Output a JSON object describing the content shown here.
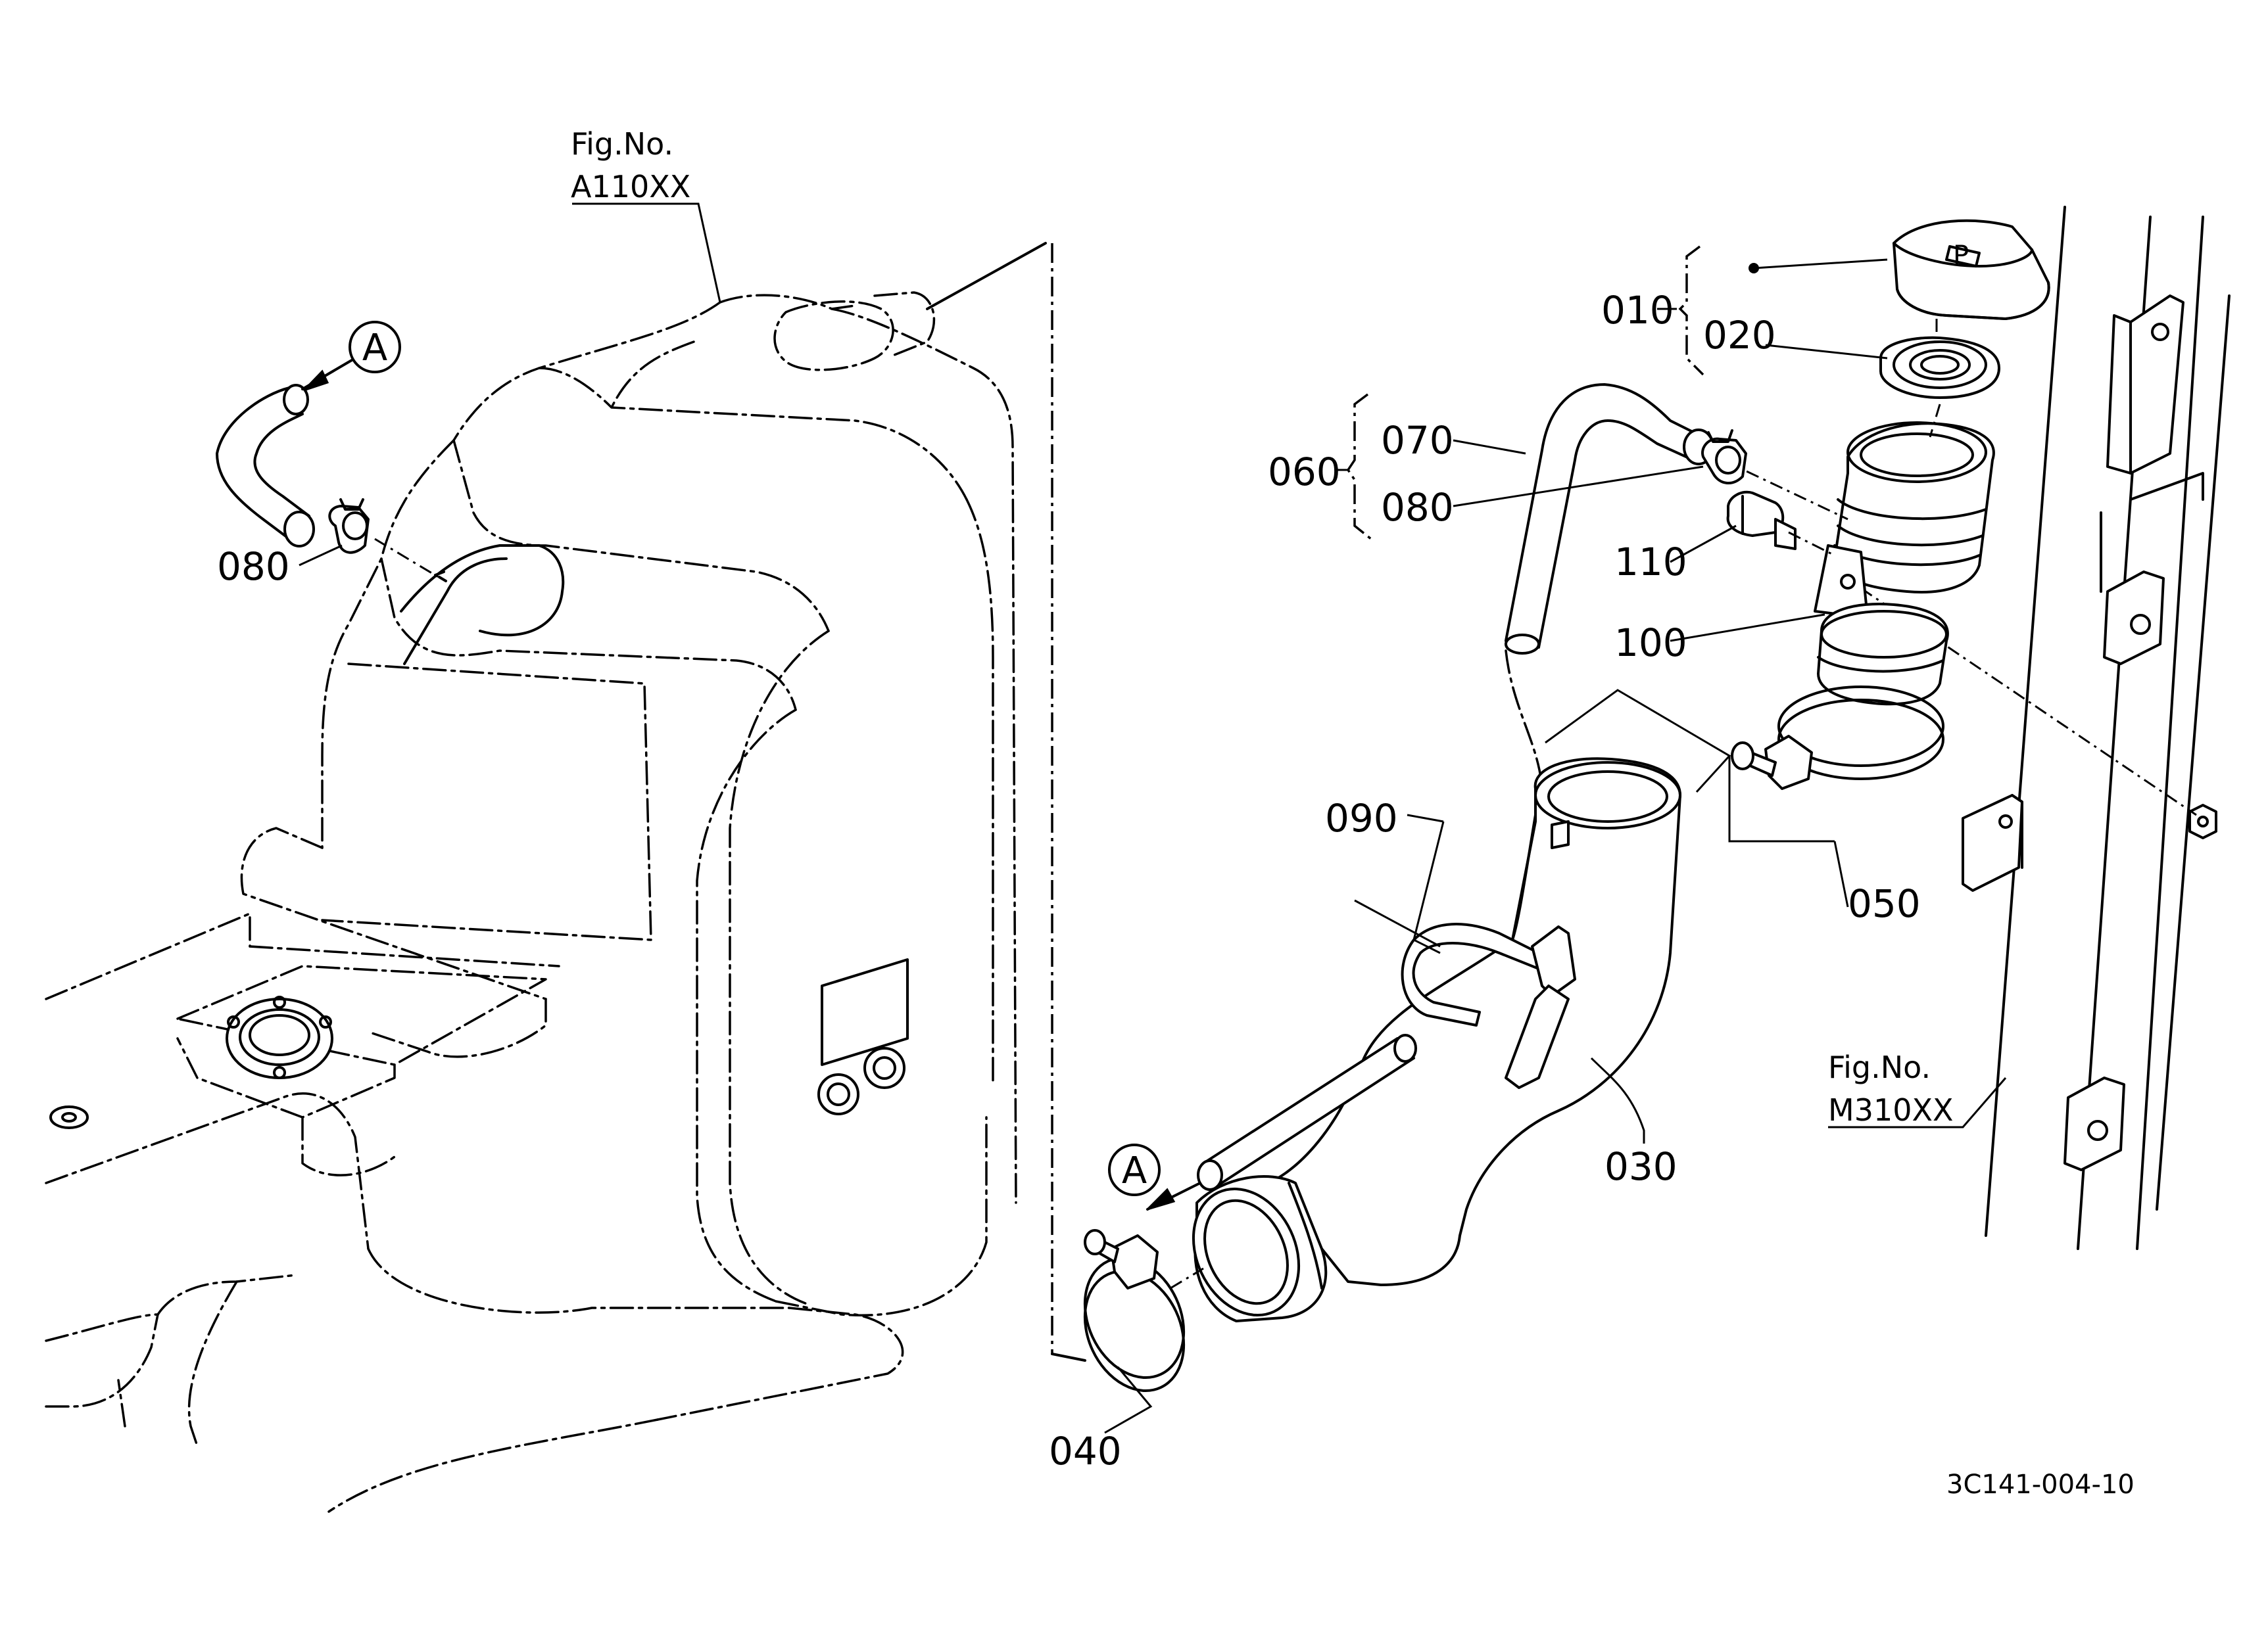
{
  "figure_refs": {
    "tank": {
      "line1": "Fig.No.",
      "line2": "A110XX"
    },
    "frame": {
      "line1": "Fig.No.",
      "line2": "M310XX"
    }
  },
  "callouts": {
    "left_arrow": "A",
    "bottom_arrow": "A"
  },
  "part_labels": {
    "p010": "010",
    "p020": "020",
    "p030": "030",
    "p040": "040",
    "p050": "050",
    "p060": "060",
    "p070": "070",
    "p080_top": "080",
    "p080_left": "080",
    "p090": "090",
    "p100": "100",
    "p110": "110"
  },
  "drawing_code": "3C141-004-10"
}
